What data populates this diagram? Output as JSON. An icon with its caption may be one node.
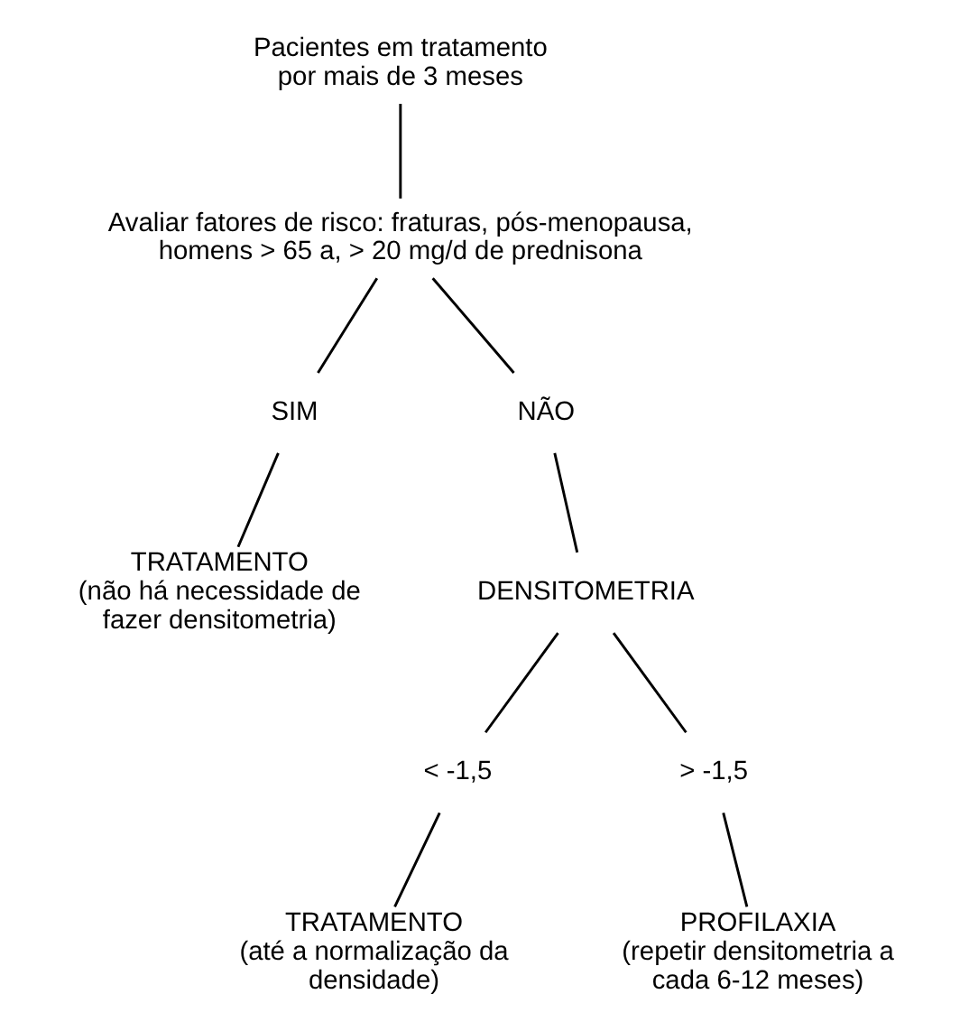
{
  "diagram": {
    "nodes": [
      {
        "text": [
          "Pacientes em tratamento por mais de 3 meses"
        ]
      },
      {
        "text": [
          "Avaliar fatores de risco: fraturas, pós-menopausa, homens > 65 a, > 20 mg/d de prednisona"
        ]
      },
      {
        "text": [
          "SIM"
        ]
      },
      {
        "text": [
          "NÃO"
        ]
      },
      {
        "text": [
          "TRATAMENTO",
          "(não há necessidade de fazer densitometria)"
        ]
      },
      {
        "text": [
          "DENSITOMETRIA"
        ]
      },
      {
        "text": [
          "< -1,5"
        ]
      },
      {
        "text": [
          "> -1,5"
        ]
      },
      {
        "text": [
          "TRATAMENTO",
          "(até a normalização da densidade)"
        ]
      },
      {
        "text": [
          "PROFILAXIA",
          "(repetir densitometria a cada 6-12 meses)"
        ]
      }
    ],
    "edges": [
      {
        "from": 0,
        "to": 1,
        "arrow": "none"
      },
      {
        "from": 1,
        "to": 2,
        "arrow": "none"
      },
      {
        "from": 1,
        "to": 3,
        "arrow": "none"
      },
      {
        "from": 2,
        "to": 4,
        "arrow": "none"
      },
      {
        "from": 3,
        "to": 5,
        "arrow": "none"
      },
      {
        "from": 5,
        "to": 6,
        "arrow": "none"
      },
      {
        "from": 5,
        "to": 7,
        "arrow": "none"
      },
      {
        "from": 6,
        "to": 8,
        "arrow": "none"
      },
      {
        "from": 7,
        "to": 9,
        "arrow": "none"
      }
    ]
  }
}
